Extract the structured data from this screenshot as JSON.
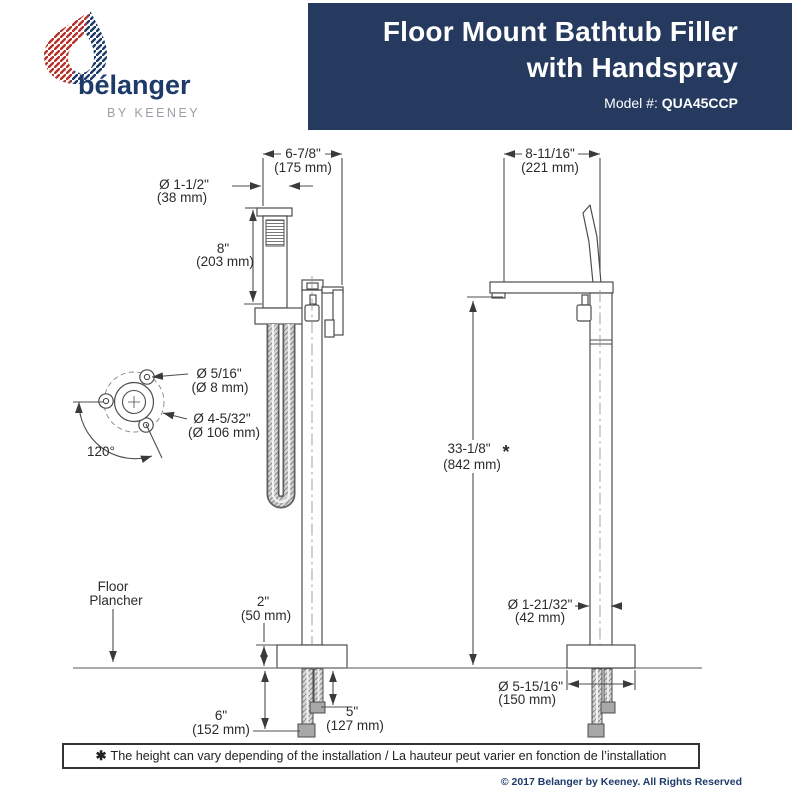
{
  "brand": {
    "logo_icon": "teardrop-logo",
    "name": "bélanger",
    "subname": "BY KEENEY",
    "colors": {
      "red": "#b5332b",
      "navy": "#1d3a69",
      "gray": "#9aa0a8"
    }
  },
  "header": {
    "title_line1": "Floor Mount Bathtub Filler",
    "title_line2": "with Handspray",
    "model_label": "Model #:",
    "model_value": "QUA45CCP",
    "bg_color": "#253a5e"
  },
  "diagram": {
    "front_view": {
      "dim_top_width": {
        "in": "6-7/8\"",
        "mm": "(175 mm)"
      },
      "dim_handspray_diameter": {
        "in": "Ø 1-1/2\"",
        "mm": "(38 mm)"
      },
      "dim_handspray_length": {
        "in": "8\"",
        "mm": "(203 mm)"
      },
      "dim_base_height": {
        "in": "2\"",
        "mm": "(50 mm)"
      },
      "dim_supply_long": {
        "in": "6\"",
        "mm": "(152 mm)"
      },
      "dim_supply_short": {
        "in": "5\"",
        "mm": "(127 mm)"
      },
      "floor_label_en": "Floor",
      "floor_label_fr": "Plancher"
    },
    "flange_detail": {
      "dim_hole": {
        "in": "Ø 5/16\"",
        "mm": "(Ø 8 mm)"
      },
      "dim_flange": {
        "in": "Ø 4-5/32\"",
        "mm": "(Ø 106 mm)"
      },
      "angle": "120°"
    },
    "side_view": {
      "dim_spout_depth": {
        "in": "8-11/16\"",
        "mm": "(221 mm)"
      },
      "dim_height": {
        "in": "33-1/8\"",
        "mm": "(842 mm)",
        "note_mark": "*"
      },
      "dim_pipe": {
        "in": "Ø 1-21/32\"",
        "mm": "(42 mm)"
      },
      "dim_base": {
        "in": "Ø 5-15/16\"",
        "mm": "(150 mm)"
      }
    }
  },
  "footnote": {
    "mark": "✱",
    "text": "The height can vary depending of the installation / La hauteur peut varier en fonction de l’installation"
  },
  "copyright": "© 2017 Belanger by Keeney. All Rights Reserved"
}
